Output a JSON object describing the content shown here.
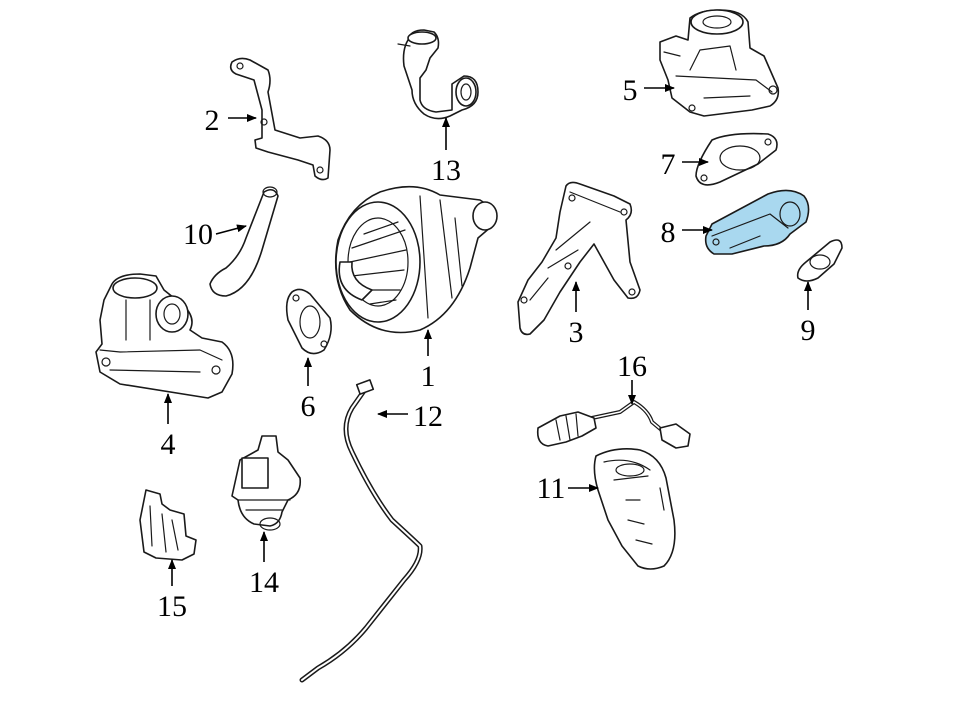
{
  "highlight_color": "#a9d8ef",
  "line_color": "#1a1a1a",
  "callouts": {
    "c1": "1",
    "c2": "2",
    "c3": "3",
    "c4": "4",
    "c5": "5",
    "c6": "6",
    "c7": "7",
    "c8": "8",
    "c9": "9",
    "c10": "10",
    "c11": "11",
    "c12": "12",
    "c13": "13",
    "c14": "14",
    "c15": "15",
    "c16": "16"
  },
  "highlighted_part": "8"
}
